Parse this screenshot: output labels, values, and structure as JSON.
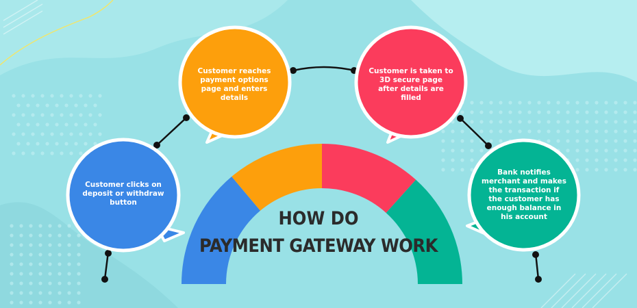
{
  "title": {
    "line1": "HOW DO",
    "line2": "PAYMENT GATEWAY WORK"
  },
  "steps": [
    {
      "text": "Customer clicks on deposit or withdraw button",
      "color": "#3a87e6"
    },
    {
      "text": "Customer reaches payment options page and enters details",
      "color": "#fd9f0c"
    },
    {
      "text": "Customer is taken to 3D secure page after details  are filled",
      "color": "#fb3c5c"
    },
    {
      "text": "Bank notifies merchant and makes the transaction if the customer has enough balance in his account",
      "color": "#04b494"
    }
  ],
  "colors": {
    "background": "#99e1e6",
    "background_blob": "#b4edef",
    "connector": "#111111",
    "bubble_border": "#ffffff"
  }
}
